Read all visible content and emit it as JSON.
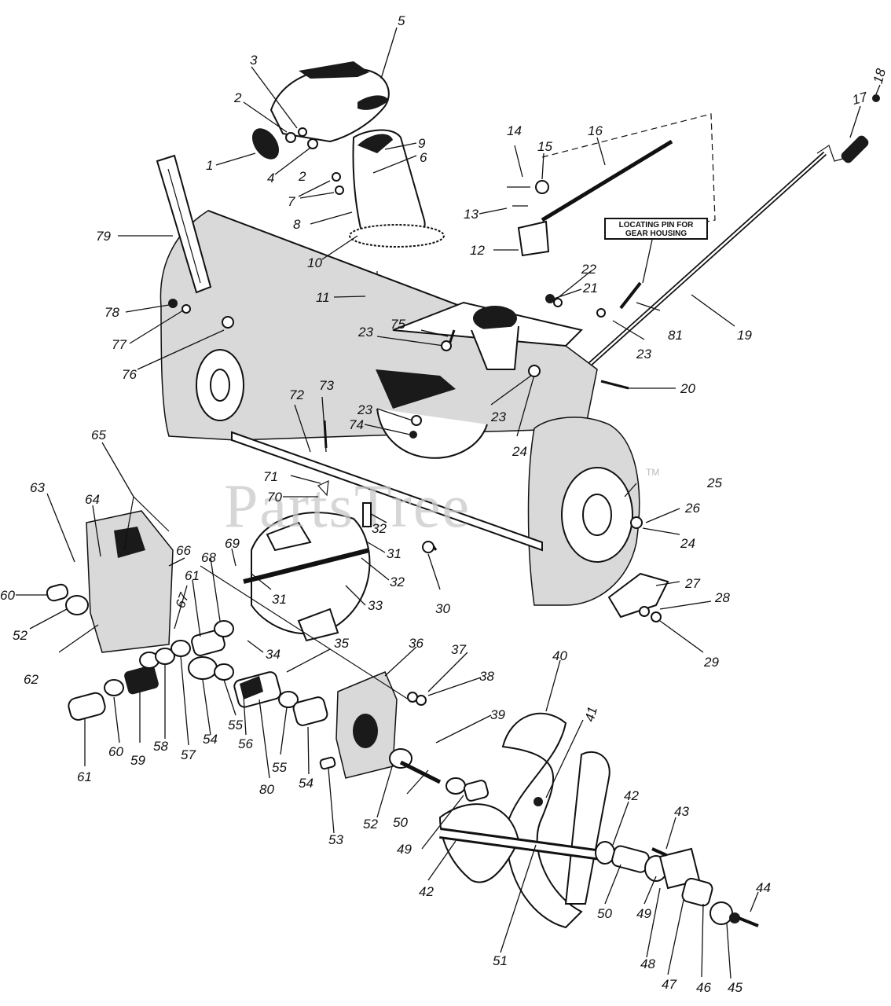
{
  "watermark": {
    "text": "PartsTree",
    "trademark": "TM"
  },
  "callout": {
    "line1": "LOCATING PIN FOR",
    "line2": "GEAR HOUSING"
  },
  "labels": {
    "p1": "1",
    "p2a": "2",
    "p2b": "2",
    "p3": "3",
    "p4": "4",
    "p5": "5",
    "p6": "6",
    "p7": "7",
    "p8": "8",
    "p9": "9",
    "p10": "10",
    "p11": "11",
    "p12": "12",
    "p13": "13",
    "p14": "14",
    "p15": "15",
    "p16": "16",
    "p17": "17",
    "p18": "18",
    "p19": "19",
    "p20": "20",
    "p21": "21",
    "p22": "22",
    "p23a": "23",
    "p23b": "23",
    "p23c": "23",
    "p23d": "23",
    "p23e": "23",
    "p24a": "24",
    "p24b": "24",
    "p25": "25",
    "p26": "26",
    "p27": "27",
    "p28": "28",
    "p29": "29",
    "p30": "30",
    "p31a": "31",
    "p31b": "31",
    "p32a": "32",
    "p32b": "32",
    "p33": "33",
    "p34": "34",
    "p35": "35",
    "p36": "36",
    "p37": "37",
    "p38": "38",
    "p39": "39",
    "p40": "40",
    "p41": "41",
    "p42a": "42",
    "p42b": "42",
    "p43": "43",
    "p44": "44",
    "p45": "45",
    "p46": "46",
    "p47": "47",
    "p48": "48",
    "p49a": "49",
    "p49b": "49",
    "p50a": "50",
    "p50b": "50",
    "p51": "51",
    "p52a": "52",
    "p52b": "52",
    "p53": "53",
    "p54a": "54",
    "p54b": "54",
    "p55a": "55",
    "p55b": "55",
    "p56": "56",
    "p57": "57",
    "p58": "58",
    "p59": "59",
    "p60a": "60",
    "p60b": "60",
    "p61a": "61",
    "p61b": "61",
    "p62": "62",
    "p63": "63",
    "p64": "64",
    "p65": "65",
    "p66": "66",
    "p67": "67",
    "p68": "68",
    "p69": "69",
    "p70": "70",
    "p71": "71",
    "p72": "72",
    "p73": "73",
    "p74": "74",
    "p75": "75",
    "p76": "76",
    "p77": "77",
    "p78": "78",
    "p79": "79",
    "p80": "80",
    "p81": "81"
  }
}
